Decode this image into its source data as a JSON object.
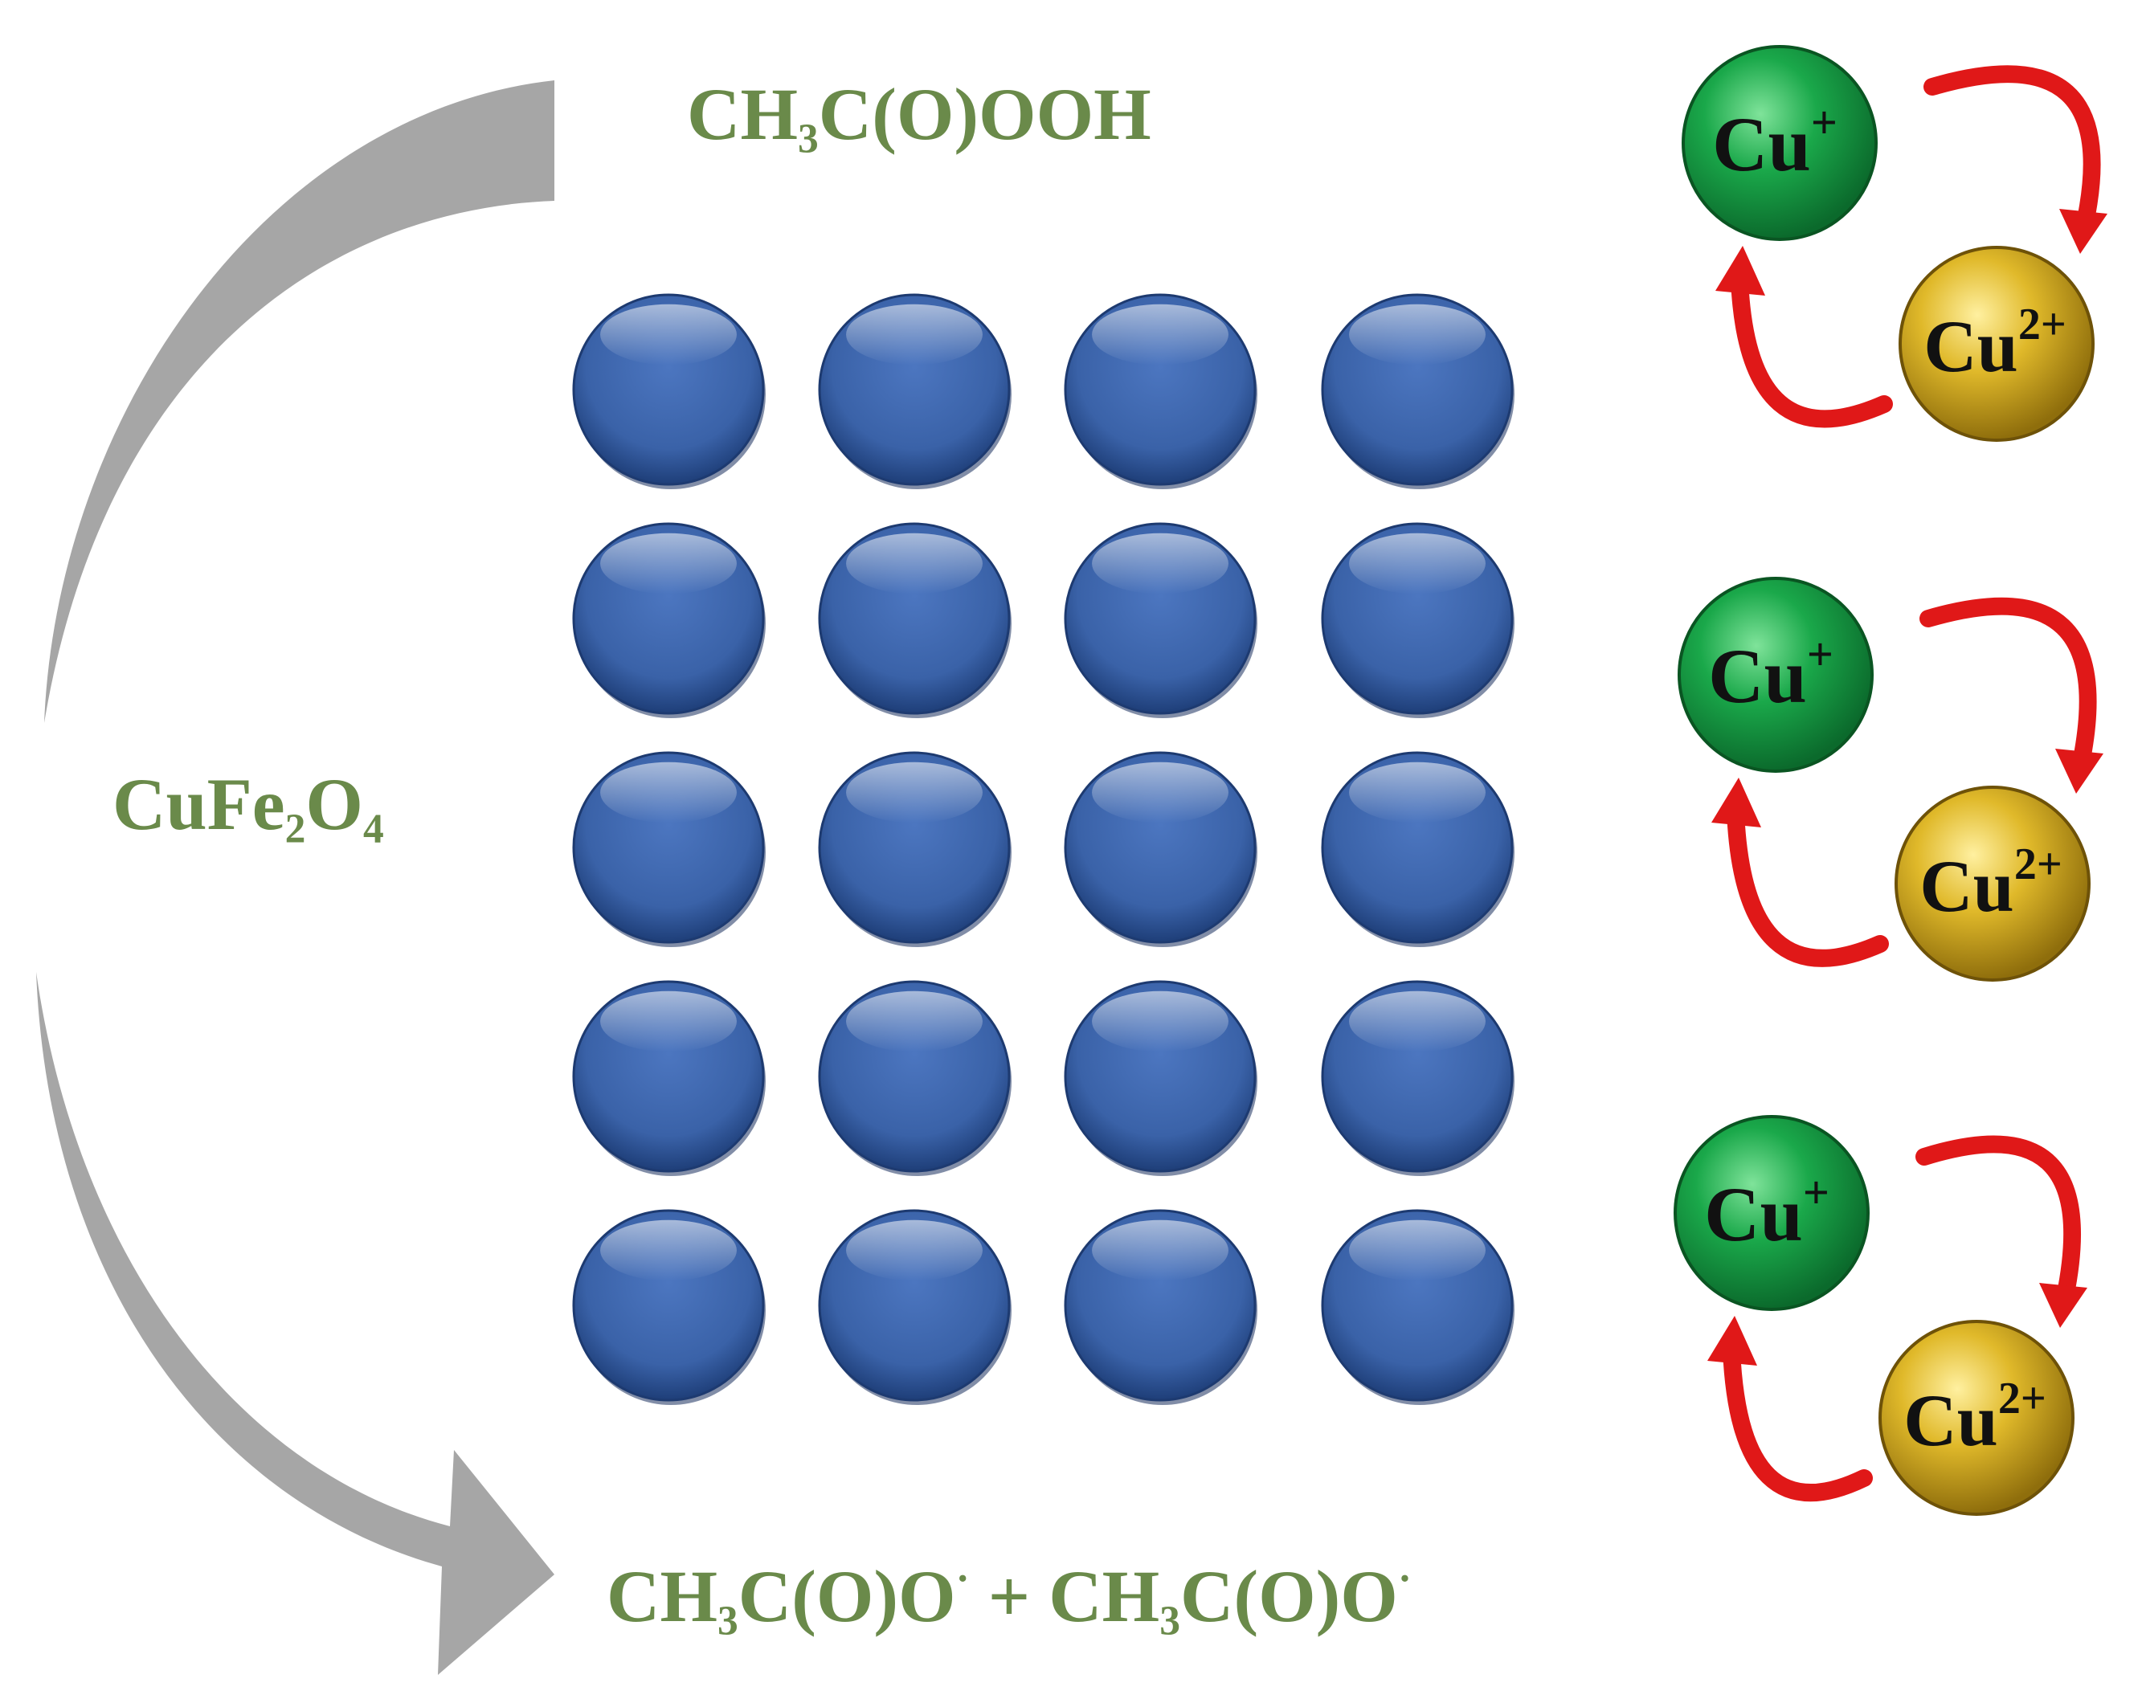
{
  "labels": {
    "reactant": {
      "base": "CH",
      "sub": "3",
      "rest": "C(O)OOH"
    },
    "catalyst": {
      "base": "CuFe",
      "sub1": "2",
      "mid": "O",
      "sub2": "4"
    },
    "product": {
      "part1_base": "CH",
      "part1_sub": "3",
      "part1_rest": "C(O)O",
      "part1_sup": "·",
      "plus": "+",
      "part2_base": "CH",
      "part2_sub": "3",
      "part2_rest": "C(O)O",
      "part2_sup": "·"
    }
  },
  "particle_grid": {
    "rows": 5,
    "cols": 4,
    "color": "#3a62a8"
  },
  "redox_cycles": [
    {
      "cu1_label": "Cu",
      "cu1_charge": "+",
      "cu2_label": "Cu",
      "cu2_charge": "2+"
    },
    {
      "cu1_label": "Cu",
      "cu1_charge": "+",
      "cu2_label": "Cu",
      "cu2_charge": "2+"
    },
    {
      "cu1_label": "Cu",
      "cu1_charge": "+",
      "cu2_label": "Cu",
      "cu2_charge": "2+"
    }
  ],
  "colors": {
    "label_green": "#6a8a4a",
    "cu_plus": "#1aa84a",
    "cu_2plus": "#e0b92a",
    "cycle_arrow": "#e01818",
    "flow_arrow": "#a6a6a6"
  }
}
